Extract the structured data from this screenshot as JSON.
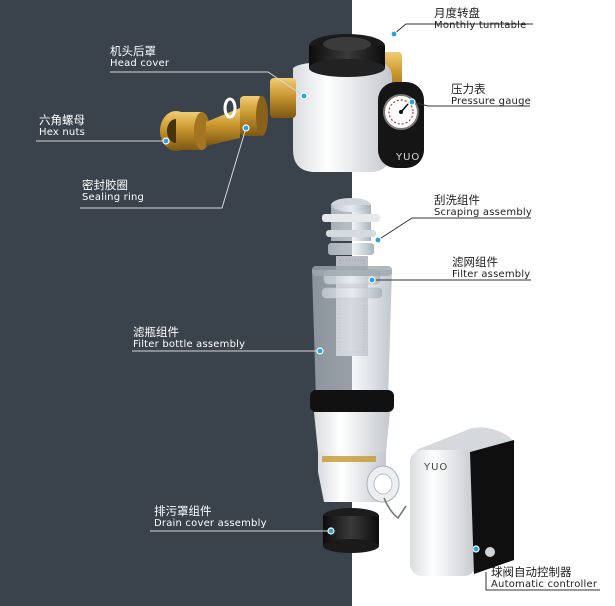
{
  "brand": "YUO",
  "colors": {
    "panel_dark": "#3a424c",
    "panel_light": "#ffffff",
    "brass": "#c9962e",
    "leader_dot": "#2aa3d8"
  },
  "labels": {
    "monthly_turntable": {
      "cn": "月度转盘",
      "en": "Monthly turntable"
    },
    "head_cover": {
      "cn": "机头后罩",
      "en": "Head cover"
    },
    "pressure_gauge": {
      "cn": "压力表",
      "en": "Pressure gauge"
    },
    "hex_nuts": {
      "cn": "六角螺母",
      "en": "Hex nuts"
    },
    "sealing_ring": {
      "cn": "密封胶圈",
      "en": "Sealing ring"
    },
    "scraping_assembly": {
      "cn": "刮洗组件",
      "en": "Scraping assembly"
    },
    "filter_assembly": {
      "cn": "滤网组件",
      "en": "Filter assembly"
    },
    "filter_bottle_assembly": {
      "cn": "滤瓶组件",
      "en": "Filter bottle assembly"
    },
    "drain_cover_assembly": {
      "cn": "排污罩组件",
      "en": "Drain cover assembly"
    },
    "automatic_controller": {
      "cn": "球阀自动控制器",
      "en": "Automatic controller"
    }
  }
}
